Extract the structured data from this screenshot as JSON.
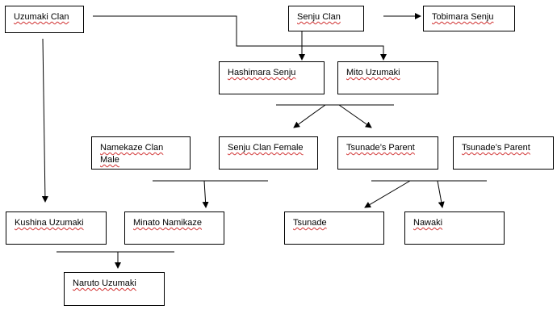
{
  "nodes": {
    "uzumaki_clan": "Uzumaki  Clan",
    "senju_clan": "Senju Clan",
    "tobimara_senju": "Tobimara  Senju",
    "hashimara_senju": "Hashimara  Senju",
    "mito_uzumaki": "Mito  Uzumaki",
    "namekaze_clan_male": "Namekaze  Clan Male",
    "senju_clan_female": "Senju Clan Female",
    "tsunade_parent_1": "Tsunade’s Parent",
    "tsunade_parent_2": "Tsunade’s Parent",
    "kushina_uzumaki": "Kushina  Uzumaki",
    "minato_namikaze": "Minato  Namikaze",
    "tsunade": "Tsunade",
    "nawaki": "Nawaki",
    "naruto_uzumaki": "Naruto  Uzumaki"
  },
  "colors": {
    "stroke": "#000000",
    "background": "#ffffff",
    "spellcheck_underline": "#d03030"
  }
}
